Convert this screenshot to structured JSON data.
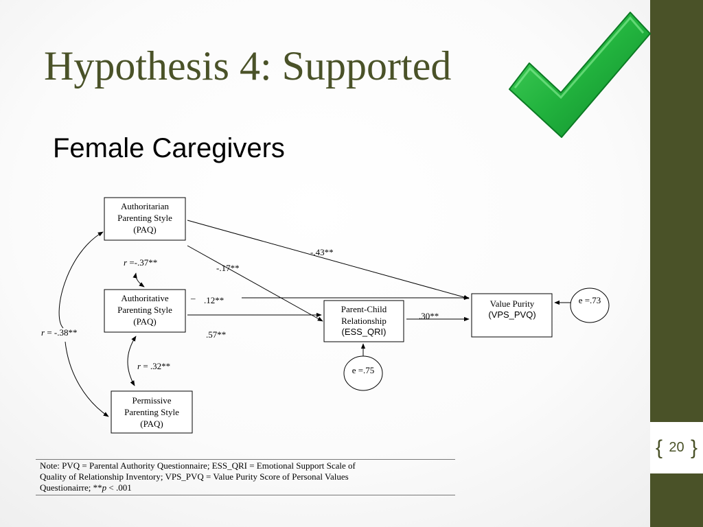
{
  "slide": {
    "title": "Hypothesis 4: Supported",
    "subtitle": "Female Caregivers",
    "page_number": "20",
    "check_icon": "green-checkmark-icon",
    "colors": {
      "accent": "#4a5228",
      "check": "#2fb04a"
    }
  },
  "diagram": {
    "nodes": {
      "authoritarian": {
        "lines": [
          "Authoritarian",
          "Parenting Style",
          "(PAQ)"
        ]
      },
      "authoritative": {
        "lines": [
          "Authoritative",
          "Parenting Style",
          "(PAQ)"
        ]
      },
      "permissive": {
        "lines": [
          "Permissive",
          "Parenting Style",
          "(PAQ)"
        ]
      },
      "parent_child": {
        "lines": [
          "Parent-Child",
          "Relationship",
          "(ESS_QRI)"
        ]
      },
      "value_purity": {
        "lines": [
          "Value Purity",
          "(VPS_PVQ)"
        ]
      }
    },
    "errors": {
      "parent_child": "e =.75",
      "value_purity": "e =.73"
    },
    "correlations": {
      "authoritarian_authoritative": {
        "r": "r",
        "value": " =-.37**"
      },
      "authoritative_permissive": {
        "r": "r",
        "value": " = .32**"
      },
      "authoritarian_permissive": {
        "r": "r",
        "value": " = -.38**"
      }
    },
    "paths": {
      "authoritarian_value": "-.43**",
      "authoritarian_parent": "-.17**",
      "authoritative_value": ".12**",
      "authoritative_parent": ".57**",
      "parent_value": ".30**",
      "dash_mark": "–"
    }
  },
  "note": {
    "line1": "Note: PVQ = Parental  Authority Questionnaire; ESS_QRI = Emotional Support Scale of",
    "line2": "Quality of Relationship Inventory; VPS_PVQ = Value Purity Score of Personal Values",
    "line3_prefix": "Questionairre; **",
    "line3_p": "p",
    "line3_suffix": " < .001"
  }
}
